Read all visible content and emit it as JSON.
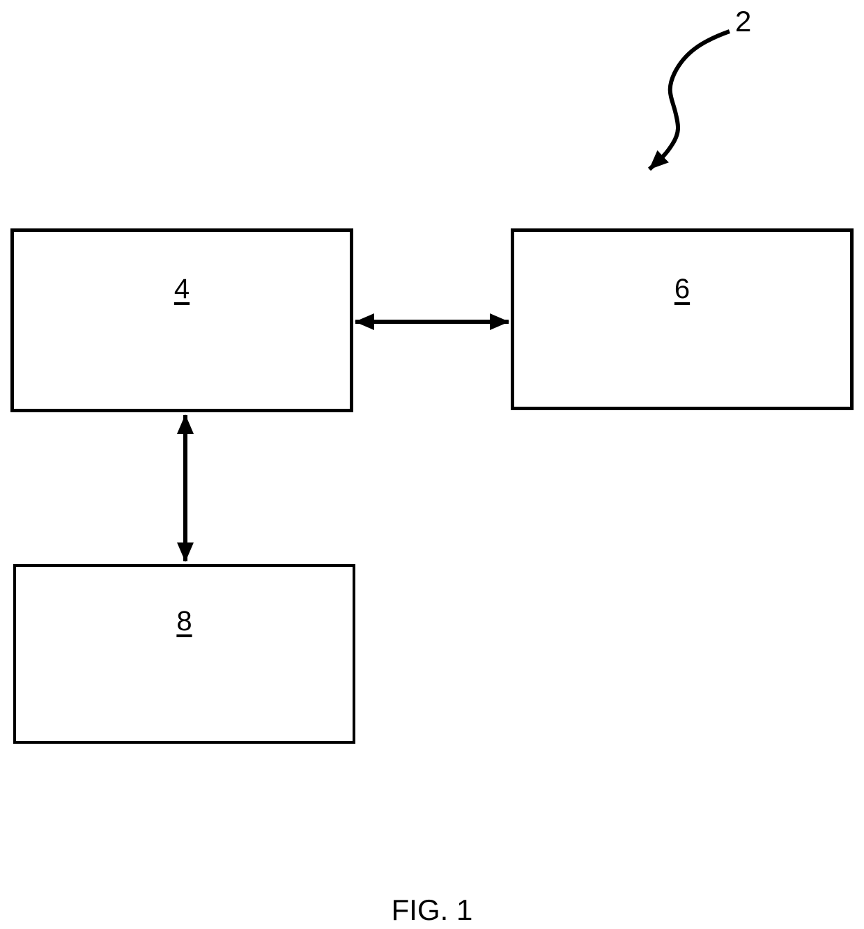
{
  "figure": {
    "reference_numeral": "2",
    "caption": "FIG. 1",
    "boxes": [
      {
        "label": "4"
      },
      {
        "label": "6"
      },
      {
        "label": "8"
      }
    ],
    "connections": [
      {
        "from": "4",
        "to": "6",
        "style": "double-headed-horizontal"
      },
      {
        "from": "4",
        "to": "8",
        "style": "double-headed-vertical"
      },
      {
        "from": "2",
        "to": "diagram",
        "style": "curved-leader"
      }
    ]
  },
  "colors": {
    "ink": "#000000",
    "background": "#ffffff"
  }
}
